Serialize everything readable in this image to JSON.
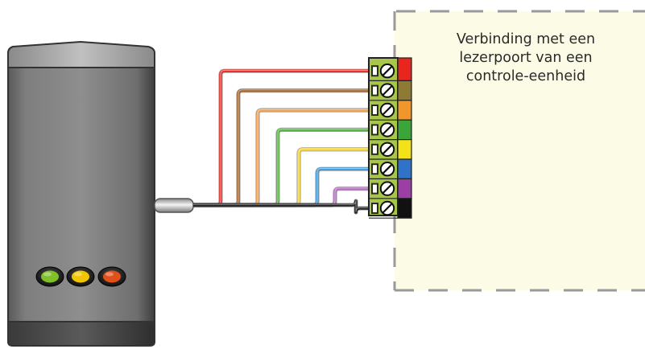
{
  "panel": {
    "label_lines": [
      "Verbinding met een",
      "lezerpoort van een",
      "controle-eenheid"
    ],
    "background_color": "#fbfbe6",
    "border_color": "#9a9a9a"
  },
  "reader": {
    "name": "card-reader",
    "leds": [
      {
        "name": "green-led",
        "color": "#7fbf2a"
      },
      {
        "name": "yellow-led",
        "color": "#f2c500"
      },
      {
        "name": "red-led",
        "color": "#e0501a"
      }
    ]
  },
  "terminal_block": {
    "terminal_count": 8,
    "body_color": "#a8c64a"
  },
  "wires": [
    {
      "name": "red-wire",
      "color": "#e8322b"
    },
    {
      "name": "brown-wire",
      "color": "#a8662a"
    },
    {
      "name": "orange-wire",
      "color": "#f4a14e"
    },
    {
      "name": "green-wire",
      "color": "#59b347"
    },
    {
      "name": "yellow-wire",
      "color": "#f0d03e"
    },
    {
      "name": "blue-wire",
      "color": "#3f9ddc"
    },
    {
      "name": "purple-wire",
      "color": "#b96fc6"
    },
    {
      "name": "black-wire",
      "color": "#222222"
    }
  ],
  "color_strip": [
    "#e8261e",
    "#8e7a32",
    "#f0962a",
    "#3aa63a",
    "#f3e11a",
    "#2f73c9",
    "#9b3fa6",
    "#111111"
  ]
}
